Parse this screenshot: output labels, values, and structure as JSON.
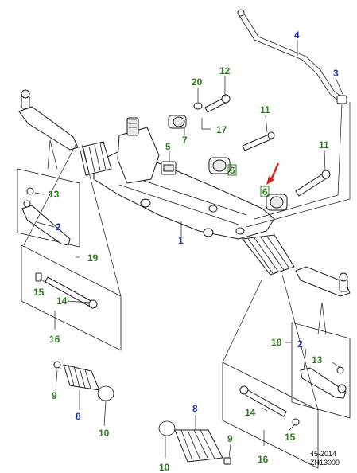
{
  "callouts": {
    "c1": "1",
    "c2a": "2",
    "c2b": "2",
    "c3": "3",
    "c4": "4",
    "c5": "5",
    "c6a": "6",
    "c6b": "6",
    "c7": "7",
    "c8a": "8",
    "c8b": "8",
    "c9a": "9",
    "c9b": "9",
    "c10a": "10",
    "c10b": "10",
    "c11a": "11",
    "c11b": "11",
    "c12": "12",
    "c13a": "13",
    "c13b": "13",
    "c14a": "14",
    "c14b": "14",
    "c15a": "15",
    "c15b": "15",
    "c16a": "16",
    "c16b": "16",
    "c17": "17",
    "c18": "18",
    "c19": "19",
    "c20": "20"
  },
  "footer": {
    "code": "45-2014",
    "ref": "ZH13000"
  },
  "colors": {
    "green_callout": "#2e7d1e",
    "blue_callout": "#1f34b8",
    "pointer_arrow": "#e0201b"
  }
}
